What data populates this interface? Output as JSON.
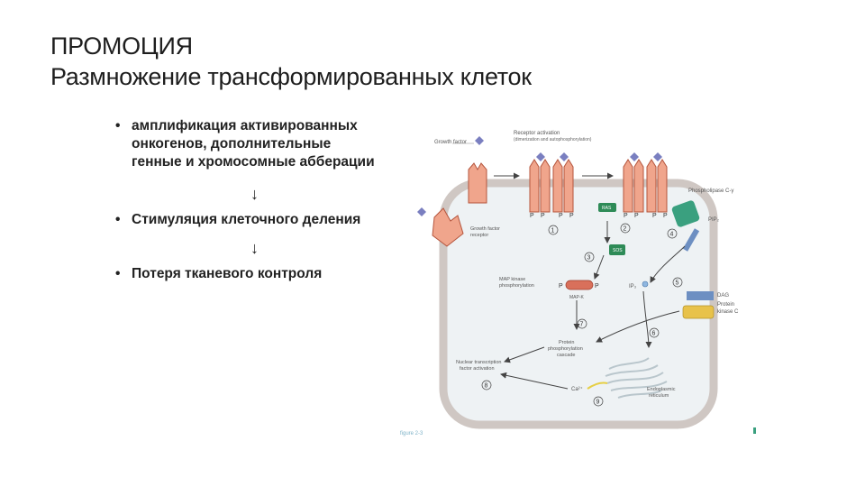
{
  "slide": {
    "title_line1": "ПРОМОЦИЯ",
    "title_line2": "Размножение трансформированных клеток",
    "bullets": [
      {
        "text": "амплификация активированных онкогенов, дополнительные генные и хромосомные абберации"
      },
      {
        "text": "Стимуляция клеточного деления"
      },
      {
        "text": "Потеря тканевого контроля"
      }
    ],
    "bullet_symbol": "•",
    "arrow_symbol": "↓"
  },
  "figure": {
    "labels": {
      "growth_factor": "Growth factor",
      "receptor_activation": "Receptor activation",
      "receptor_activation_sub": "(dimerization and autophosphorylation)",
      "phospholipase": "Phospholipase C-γ",
      "growth_factor_receptor_1": "Growth factor",
      "growth_factor_receptor_2": "receptor",
      "ras": "RAS",
      "sos": "SOS",
      "pip2": "PIP₂",
      "map_kinase_1": "MAP kinase",
      "map_kinase_2": "phosphorylation",
      "mapk": "MAP-K",
      "ip3": "IP₃",
      "dag": "DAG",
      "protein_kinase_c_1": "Protein",
      "protein_kinase_c_2": "kinase C",
      "protein_cascade_1": "Protein",
      "protein_cascade_2": "phosphorylation",
      "protein_cascade_3": "cascade",
      "nuclear_1": "Nuclear transcription",
      "nuclear_2": "factor activation",
      "ca": "Ca²⁺",
      "er_1": "Endoplasmic",
      "er_2": "reticulum",
      "figure_caption": "figure 2-3",
      "phospho": "P"
    },
    "steps": [
      "1",
      "2",
      "3",
      "4",
      "5",
      "6",
      "7",
      "8",
      "9"
    ],
    "colors": {
      "receptor": "#f0a58c",
      "receptor_stroke": "#b5553d",
      "membrane": "#cfc7c3",
      "cytoplasm": "#eef2f4",
      "ras": "#2e8b57",
      "plc": "#3aa07f",
      "pkc": "#e8c24a",
      "dag_blue": "#6d8fc2",
      "arrow": "#444444",
      "growth_factor": "#7a7fc0"
    }
  }
}
